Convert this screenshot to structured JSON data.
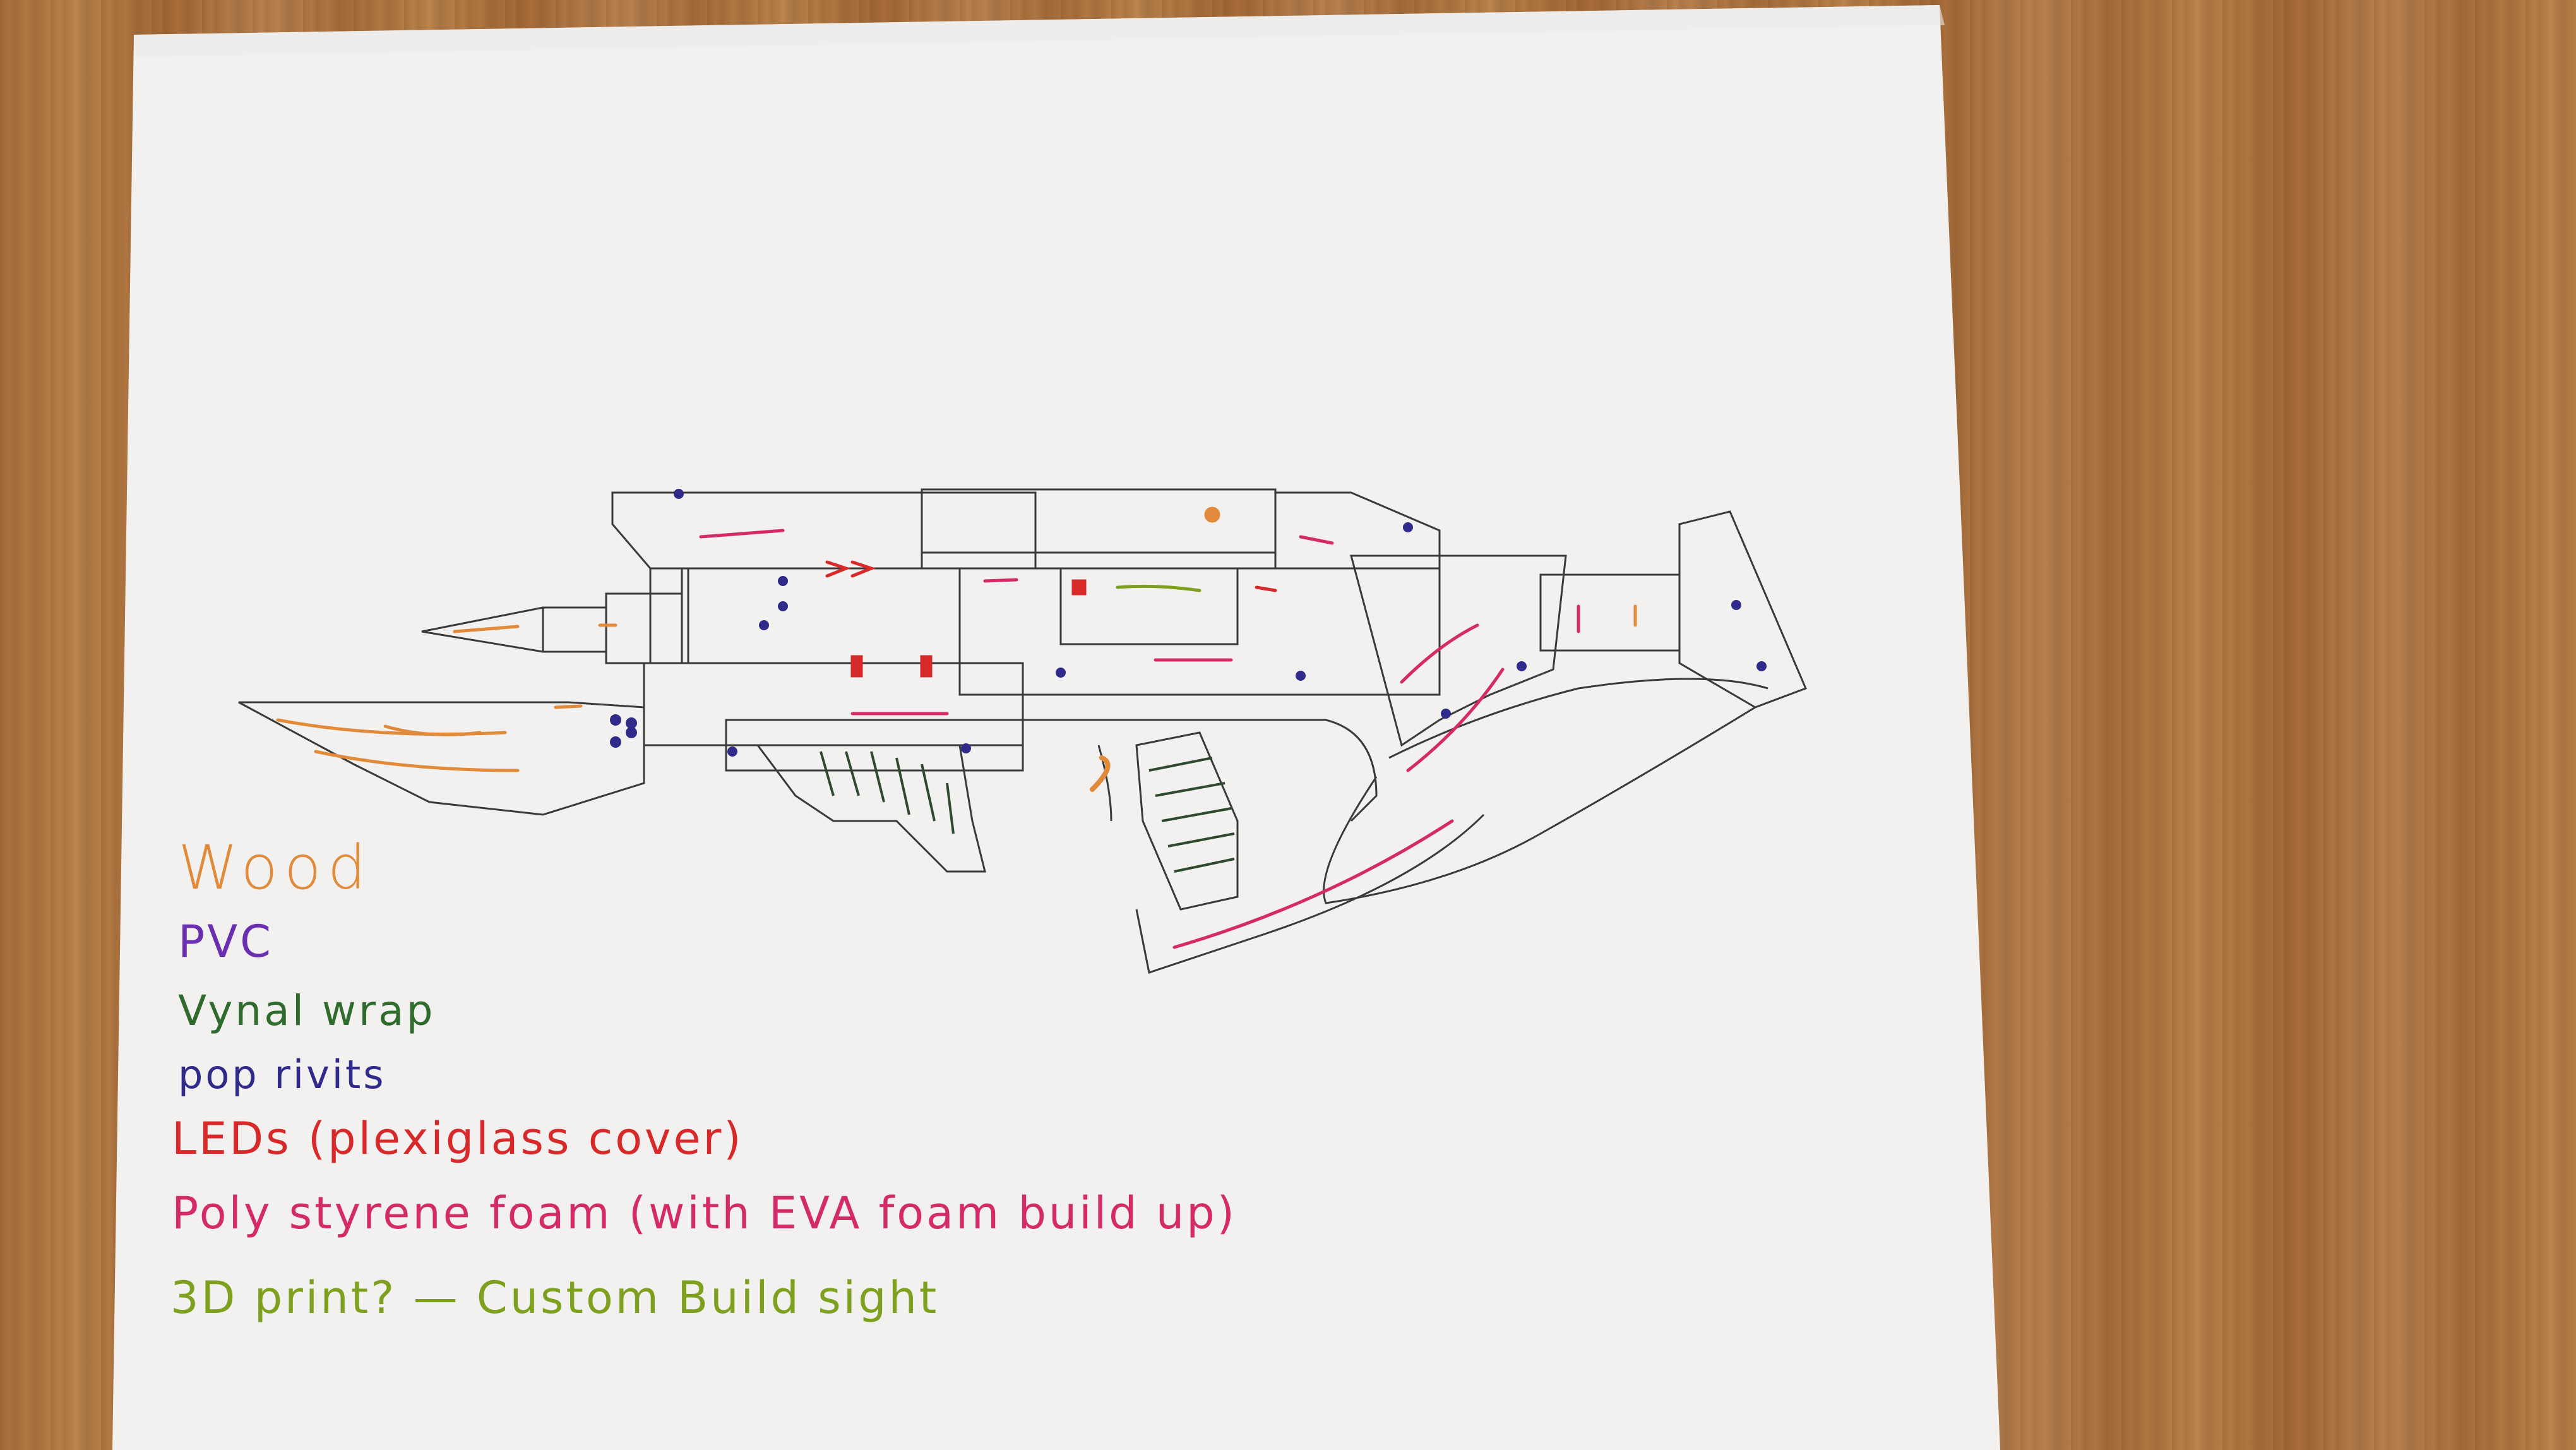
{
  "legend": {
    "wood": "Wood",
    "pvc": "PVC",
    "vynal": "Vynal wrap",
    "pop": "pop rivits",
    "led": "LEDs (plexiglass cover)",
    "poly": "Poly styrene foam (with EVA foam build up)",
    "print": "3D print? — Custom Build sight"
  },
  "colors": {
    "wood": "#e08a3a",
    "pvc": "#6a2fb0",
    "vynal": "#2f6b2c",
    "pop": "#302a8a",
    "led": "#d8292a",
    "poly": "#d42b68",
    "print": "#7ea01f",
    "paper": "#f3f2f1",
    "table": "#b07a45"
  }
}
